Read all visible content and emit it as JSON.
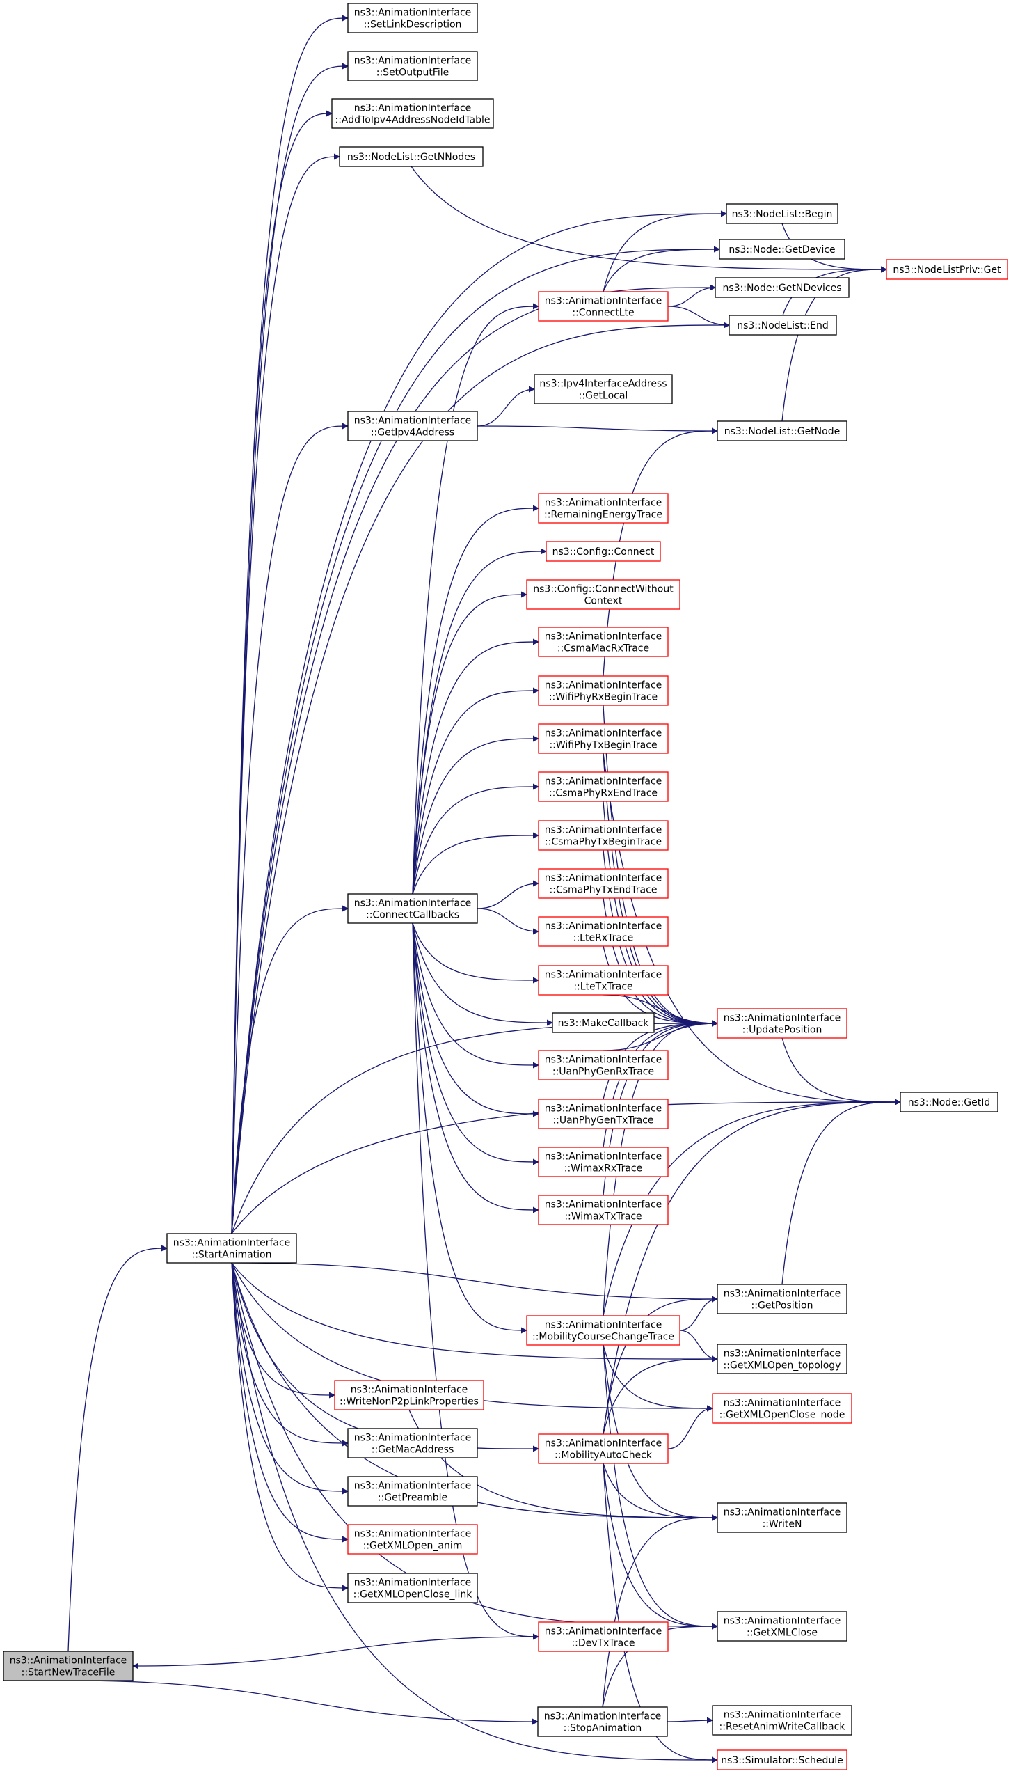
{
  "diagram": {
    "kind": "call-graph",
    "colors": {
      "edge": "#191970",
      "node_border": "#000000",
      "undocumented_border": "#ff0000",
      "root_fill": "#bfbfbf",
      "background": "#ffffff"
    },
    "nodes": [
      {
        "id": "StartNewTraceFile",
        "lines": [
          "ns3::AnimationInterface",
          "::StartNewTraceFile"
        ],
        "style": "root"
      },
      {
        "id": "StartAnimation",
        "lines": [
          "ns3::AnimationInterface",
          "::StartAnimation"
        ],
        "style": "normal"
      },
      {
        "id": "StopAnimation",
        "lines": [
          "ns3::AnimationInterface",
          "::StopAnimation"
        ],
        "style": "normal"
      },
      {
        "id": "SetLinkDescription",
        "lines": [
          "ns3::AnimationInterface",
          "::SetLinkDescription"
        ],
        "style": "normal"
      },
      {
        "id": "SetOutputFile",
        "lines": [
          "ns3::AnimationInterface",
          "::SetOutputFile"
        ],
        "style": "normal"
      },
      {
        "id": "AddToIpv4AddressNodeIdTable",
        "lines": [
          "ns3::AnimationInterface",
          "::AddToIpv4AddressNodeIdTable"
        ],
        "style": "normal"
      },
      {
        "id": "GetNNodes",
        "lines": [
          "ns3::NodeList::GetNNodes"
        ],
        "style": "normal"
      },
      {
        "id": "GetIpv4Address",
        "lines": [
          "ns3::AnimationInterface",
          "::GetIpv4Address"
        ],
        "style": "normal"
      },
      {
        "id": "ConnectCallbacks",
        "lines": [
          "ns3::AnimationInterface",
          "::ConnectCallbacks"
        ],
        "style": "normal"
      },
      {
        "id": "WriteNonP2pLinkProperties",
        "lines": [
          "ns3::AnimationInterface",
          "::WriteNonP2pLinkProperties"
        ],
        "style": "red"
      },
      {
        "id": "GetMacAddress",
        "lines": [
          "ns3::AnimationInterface",
          "::GetMacAddress"
        ],
        "style": "normal"
      },
      {
        "id": "GetPreamble",
        "lines": [
          "ns3::AnimationInterface",
          "::GetPreamble"
        ],
        "style": "normal"
      },
      {
        "id": "GetXMLOpen_anim",
        "lines": [
          "ns3::AnimationInterface",
          "::GetXMLOpen_anim"
        ],
        "style": "red"
      },
      {
        "id": "GetXMLOpenClose_link",
        "lines": [
          "ns3::AnimationInterface",
          "::GetXMLOpenClose_link"
        ],
        "style": "normal"
      },
      {
        "id": "ConnectLte",
        "lines": [
          "ns3::AnimationInterface",
          "::ConnectLte"
        ],
        "style": "red"
      },
      {
        "id": "GetLocal",
        "lines": [
          "ns3::Ipv4InterfaceAddress",
          "::GetLocal"
        ],
        "style": "normal"
      },
      {
        "id": "RemainingEnergyTrace",
        "lines": [
          "ns3::AnimationInterface",
          "::RemainingEnergyTrace"
        ],
        "style": "red"
      },
      {
        "id": "ConfigConnect",
        "lines": [
          "ns3::Config::Connect"
        ],
        "style": "red"
      },
      {
        "id": "ConnectWithoutContext",
        "lines": [
          "ns3::Config::ConnectWithout",
          "Context"
        ],
        "style": "red"
      },
      {
        "id": "CsmaMacRxTrace",
        "lines": [
          "ns3::AnimationInterface",
          "::CsmaMacRxTrace"
        ],
        "style": "red"
      },
      {
        "id": "WifiPhyRxBeginTrace",
        "lines": [
          "ns3::AnimationInterface",
          "::WifiPhyRxBeginTrace"
        ],
        "style": "red"
      },
      {
        "id": "WifiPhyTxBeginTrace",
        "lines": [
          "ns3::AnimationInterface",
          "::WifiPhyTxBeginTrace"
        ],
        "style": "red"
      },
      {
        "id": "CsmaPhyRxEndTrace",
        "lines": [
          "ns3::AnimationInterface",
          "::CsmaPhyRxEndTrace"
        ],
        "style": "red"
      },
      {
        "id": "CsmaPhyTxBeginTrace",
        "lines": [
          "ns3::AnimationInterface",
          "::CsmaPhyTxBeginTrace"
        ],
        "style": "red"
      },
      {
        "id": "CsmaPhyTxEndTrace",
        "lines": [
          "ns3::AnimationInterface",
          "::CsmaPhyTxEndTrace"
        ],
        "style": "red"
      },
      {
        "id": "LteRxTrace",
        "lines": [
          "ns3::AnimationInterface",
          "::LteRxTrace"
        ],
        "style": "red"
      },
      {
        "id": "LteTxTrace",
        "lines": [
          "ns3::AnimationInterface",
          "::LteTxTrace"
        ],
        "style": "red"
      },
      {
        "id": "MakeCallback",
        "lines": [
          "ns3::MakeCallback"
        ],
        "style": "normal"
      },
      {
        "id": "UanPhyGenRxTrace",
        "lines": [
          "ns3::AnimationInterface",
          "::UanPhyGenRxTrace"
        ],
        "style": "red"
      },
      {
        "id": "UanPhyGenTxTrace",
        "lines": [
          "ns3::AnimationInterface",
          "::UanPhyGenTxTrace"
        ],
        "style": "red"
      },
      {
        "id": "WimaxRxTrace",
        "lines": [
          "ns3::AnimationInterface",
          "::WimaxRxTrace"
        ],
        "style": "red"
      },
      {
        "id": "WimaxTxTrace",
        "lines": [
          "ns3::AnimationInterface",
          "::WimaxTxTrace"
        ],
        "style": "red"
      },
      {
        "id": "MobilityCourseChangeTrace",
        "lines": [
          "ns3::AnimationInterface",
          "::MobilityCourseChangeTrace"
        ],
        "style": "red"
      },
      {
        "id": "MobilityAutoCheck",
        "lines": [
          "ns3::AnimationInterface",
          "::MobilityAutoCheck"
        ],
        "style": "red"
      },
      {
        "id": "DevTxTrace",
        "lines": [
          "ns3::AnimationInterface",
          "::DevTxTrace"
        ],
        "style": "red"
      },
      {
        "id": "NodeListBegin",
        "lines": [
          "ns3::NodeList::Begin"
        ],
        "style": "normal"
      },
      {
        "id": "GetDevice",
        "lines": [
          "ns3::Node::GetDevice"
        ],
        "style": "normal"
      },
      {
        "id": "GetNDevices",
        "lines": [
          "ns3::Node::GetNDevices"
        ],
        "style": "normal"
      },
      {
        "id": "NodeListEnd",
        "lines": [
          "ns3::NodeList::End"
        ],
        "style": "normal"
      },
      {
        "id": "NodeListGetNode",
        "lines": [
          "ns3::NodeList::GetNode"
        ],
        "style": "normal"
      },
      {
        "id": "UpdatePosition",
        "lines": [
          "ns3::AnimationInterface",
          "::UpdatePosition"
        ],
        "style": "red"
      },
      {
        "id": "GetPosition",
        "lines": [
          "ns3::AnimationInterface",
          "::GetPosition"
        ],
        "style": "normal"
      },
      {
        "id": "GetXMLOpen_topology",
        "lines": [
          "ns3::AnimationInterface",
          "::GetXMLOpen_topology"
        ],
        "style": "normal"
      },
      {
        "id": "GetXMLOpenClose_node",
        "lines": [
          "ns3::AnimationInterface",
          "::GetXMLOpenClose_node"
        ],
        "style": "red"
      },
      {
        "id": "WriteN",
        "lines": [
          "ns3::AnimationInterface",
          "::WriteN"
        ],
        "style": "normal"
      },
      {
        "id": "GetXMLClose",
        "lines": [
          "ns3::AnimationInterface",
          "::GetXMLClose"
        ],
        "style": "normal"
      },
      {
        "id": "ResetAnimWriteCallback",
        "lines": [
          "ns3::AnimationInterface",
          "::ResetAnimWriteCallback"
        ],
        "style": "normal"
      },
      {
        "id": "SimulatorSchedule",
        "lines": [
          "ns3::Simulator::Schedule"
        ],
        "style": "red"
      },
      {
        "id": "NodeListPrivGet",
        "lines": [
          "ns3::NodeListPriv::Get"
        ],
        "style": "red"
      },
      {
        "id": "NodeGetId",
        "lines": [
          "ns3::Node::GetId"
        ],
        "style": "normal"
      }
    ],
    "edges": [
      [
        "StartNewTraceFile",
        "StartAnimation"
      ],
      [
        "StartNewTraceFile",
        "StopAnimation"
      ],
      [
        "StartAnimation",
        "SetLinkDescription"
      ],
      [
        "StartAnimation",
        "SetOutputFile"
      ],
      [
        "StartAnimation",
        "AddToIpv4AddressNodeIdTable"
      ],
      [
        "StartAnimation",
        "GetNNodes"
      ],
      [
        "StartAnimation",
        "NodeListBegin"
      ],
      [
        "StartAnimation",
        "GetDevice"
      ],
      [
        "StartAnimation",
        "GetNDevices"
      ],
      [
        "StartAnimation",
        "NodeListEnd"
      ],
      [
        "StartAnimation",
        "GetIpv4Address"
      ],
      [
        "StartAnimation",
        "NodeGetId"
      ],
      [
        "StartAnimation",
        "ConnectCallbacks"
      ],
      [
        "StartAnimation",
        "UpdatePosition"
      ],
      [
        "StartAnimation",
        "GetPosition"
      ],
      [
        "StartAnimation",
        "GetXMLOpen_topology"
      ],
      [
        "StartAnimation",
        "GetXMLOpenClose_node"
      ],
      [
        "StartAnimation",
        "WriteNonP2pLinkProperties"
      ],
      [
        "StartAnimation",
        "MobilityAutoCheck"
      ],
      [
        "StartAnimation",
        "GetMacAddress"
      ],
      [
        "StartAnimation",
        "GetPreamble"
      ],
      [
        "StartAnimation",
        "GetXMLOpen_anim"
      ],
      [
        "StartAnimation",
        "GetXMLOpenClose_link"
      ],
      [
        "StartAnimation",
        "WriteN"
      ],
      [
        "StartAnimation",
        "GetXMLClose"
      ],
      [
        "StartAnimation",
        "SimulatorSchedule"
      ],
      [
        "GetNNodes",
        "NodeListPrivGet"
      ],
      [
        "NodeListBegin",
        "NodeListPrivGet"
      ],
      [
        "NodeListEnd",
        "NodeListPrivGet"
      ],
      [
        "GetIpv4Address",
        "GetLocal"
      ],
      [
        "GetIpv4Address",
        "NodeListGetNode"
      ],
      [
        "NodeListGetNode",
        "NodeListPrivGet"
      ],
      [
        "ConnectLte",
        "NodeListBegin"
      ],
      [
        "ConnectLte",
        "GetDevice"
      ],
      [
        "ConnectLte",
        "GetNDevices"
      ],
      [
        "ConnectLte",
        "NodeListEnd"
      ],
      [
        "ConnectCallbacks",
        "ConnectLte"
      ],
      [
        "ConnectCallbacks",
        "RemainingEnergyTrace"
      ],
      [
        "ConnectCallbacks",
        "ConfigConnect"
      ],
      [
        "ConnectCallbacks",
        "ConnectWithoutContext"
      ],
      [
        "ConnectCallbacks",
        "CsmaMacRxTrace"
      ],
      [
        "ConnectCallbacks",
        "WifiPhyRxBeginTrace"
      ],
      [
        "ConnectCallbacks",
        "WifiPhyTxBeginTrace"
      ],
      [
        "ConnectCallbacks",
        "CsmaPhyRxEndTrace"
      ],
      [
        "ConnectCallbacks",
        "CsmaPhyTxBeginTrace"
      ],
      [
        "ConnectCallbacks",
        "CsmaPhyTxEndTrace"
      ],
      [
        "ConnectCallbacks",
        "LteRxTrace"
      ],
      [
        "ConnectCallbacks",
        "LteTxTrace"
      ],
      [
        "ConnectCallbacks",
        "MakeCallback"
      ],
      [
        "ConnectCallbacks",
        "UanPhyGenRxTrace"
      ],
      [
        "ConnectCallbacks",
        "UanPhyGenTxTrace"
      ],
      [
        "ConnectCallbacks",
        "WimaxRxTrace"
      ],
      [
        "ConnectCallbacks",
        "WimaxTxTrace"
      ],
      [
        "ConnectCallbacks",
        "MobilityCourseChangeTrace"
      ],
      [
        "ConnectCallbacks",
        "DevTxTrace"
      ],
      [
        "WifiPhyRxBeginTrace",
        "NodeListGetNode"
      ],
      [
        "WifiPhyRxBeginTrace",
        "UpdatePosition"
      ],
      [
        "WifiPhyTxBeginTrace",
        "UpdatePosition"
      ],
      [
        "WifiPhyTxBeginTrace",
        "NodeGetId"
      ],
      [
        "CsmaPhyRxEndTrace",
        "UpdatePosition"
      ],
      [
        "CsmaPhyTxBeginTrace",
        "UpdatePosition"
      ],
      [
        "CsmaPhyTxEndTrace",
        "UpdatePosition"
      ],
      [
        "LteRxTrace",
        "UpdatePosition"
      ],
      [
        "LteTxTrace",
        "UpdatePosition"
      ],
      [
        "UanPhyGenRxTrace",
        "UpdatePosition"
      ],
      [
        "UanPhyGenTxTrace",
        "UpdatePosition"
      ],
      [
        "WimaxRxTrace",
        "UpdatePosition"
      ],
      [
        "WimaxTxTrace",
        "UpdatePosition"
      ],
      [
        "UpdatePosition",
        "NodeGetId"
      ],
      [
        "MobilityCourseChangeTrace",
        "UpdatePosition"
      ],
      [
        "MobilityCourseChangeTrace",
        "NodeGetId"
      ],
      [
        "MobilityCourseChangeTrace",
        "GetPosition"
      ],
      [
        "MobilityCourseChangeTrace",
        "GetXMLOpen_topology"
      ],
      [
        "MobilityCourseChangeTrace",
        "GetXMLOpenClose_node"
      ],
      [
        "MobilityCourseChangeTrace",
        "WriteN"
      ],
      [
        "MobilityCourseChangeTrace",
        "GetXMLClose"
      ],
      [
        "GetPosition",
        "NodeGetId"
      ],
      [
        "WriteNonP2pLinkProperties",
        "WriteN"
      ],
      [
        "MobilityAutoCheck",
        "GetPosition"
      ],
      [
        "MobilityAutoCheck",
        "GetXMLOpen_topology"
      ],
      [
        "MobilityAutoCheck",
        "GetXMLOpenClose_node"
      ],
      [
        "MobilityAutoCheck",
        "NodeGetId"
      ],
      [
        "MobilityAutoCheck",
        "WriteN"
      ],
      [
        "MobilityAutoCheck",
        "GetXMLClose"
      ],
      [
        "MobilityAutoCheck",
        "SimulatorSchedule"
      ],
      [
        "DevTxTrace",
        "StartNewTraceFile"
      ],
      [
        "StopAnimation",
        "WriteN"
      ],
      [
        "StopAnimation",
        "GetXMLClose"
      ],
      [
        "StopAnimation",
        "ResetAnimWriteCallback"
      ]
    ]
  }
}
